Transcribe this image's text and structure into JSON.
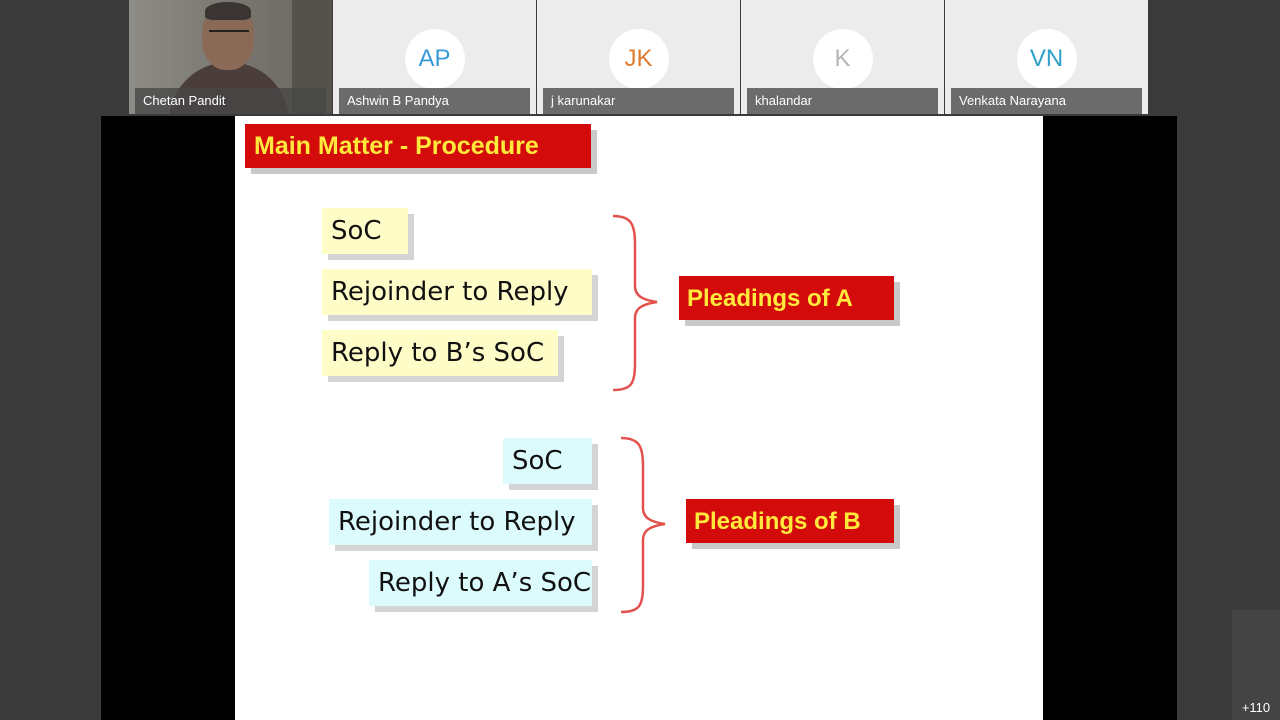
{
  "participants": [
    {
      "name": "Chetan Pandit",
      "video": true
    },
    {
      "name": "Ashwin B Pandya",
      "initials": "AP",
      "color": "#3a9ad9"
    },
    {
      "name": "j karunakar",
      "initials": "JK",
      "color": "#e07a2e"
    },
    {
      "name": "khalandar",
      "initials": "K",
      "color": "#b5b5b5"
    },
    {
      "name": "Venkata Narayana",
      "initials": "VN",
      "color": "#2ea0c9"
    }
  ],
  "more_participants": "+110",
  "slide": {
    "title": "Main Matter - Procedure",
    "group_a": {
      "items": [
        "SoC",
        "Rejoinder to Reply",
        "Reply to B’s SoC"
      ],
      "label": "Pleadings of A"
    },
    "group_b": {
      "items": [
        "SoC",
        "Rejoinder to Reply",
        "Reply to A’s SoC"
      ],
      "label": "Pleadings of B"
    },
    "colors": {
      "title_bg": "#d40b0b",
      "title_text": "#ffea3c",
      "group_a_bg": "#fefdc8",
      "group_b_bg": "#dcfbfd",
      "brace": "#e2514b"
    }
  }
}
